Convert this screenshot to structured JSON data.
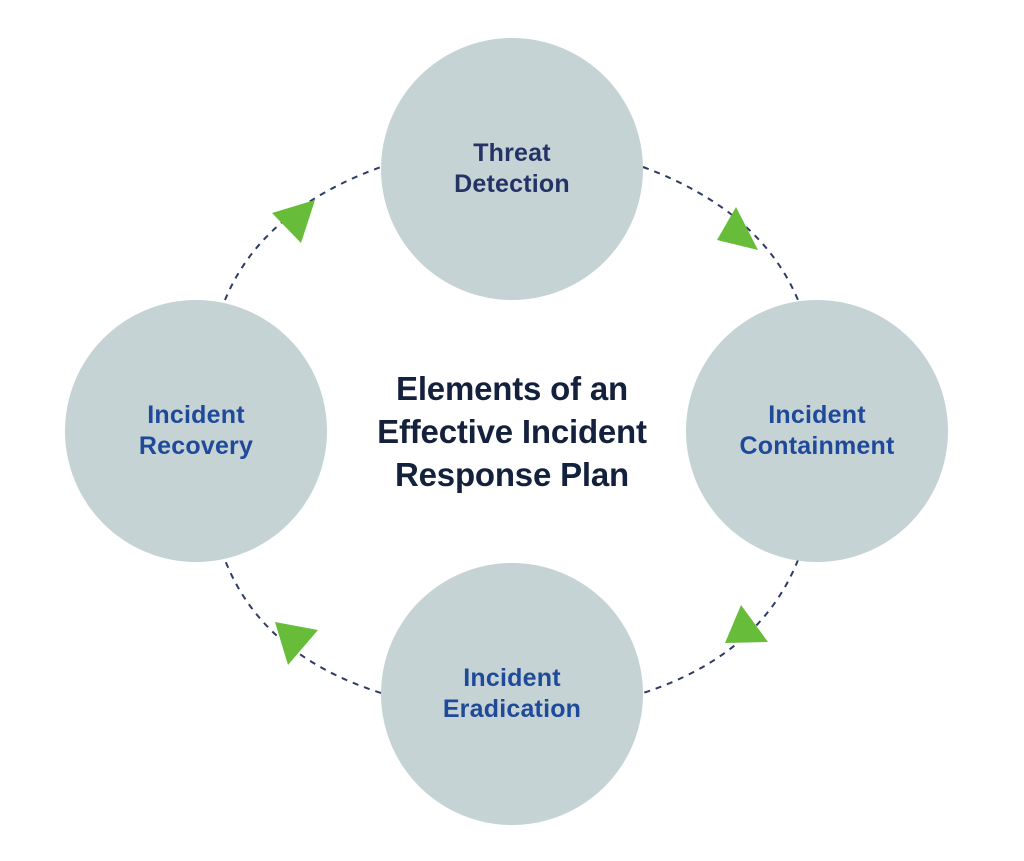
{
  "title": {
    "line1": "Elements of an",
    "line2": "Effective Incident",
    "line3": "Response Plan"
  },
  "nodes": {
    "threat_detection": {
      "line1": "Threat",
      "line2": "Detection"
    },
    "incident_containment": {
      "line1": "Incident",
      "line2": "Containment"
    },
    "incident_eradication": {
      "line1": "Incident",
      "line2": "Eradication"
    },
    "incident_recovery": {
      "line1": "Incident",
      "line2": "Recovery"
    }
  },
  "colors": {
    "node_fill": "#c5d3d5",
    "node_text_threat": "#243266",
    "node_text_other": "#1f4a99",
    "title_text": "#14213d",
    "connector": "#2e3b66",
    "arrow": "#67bd3a",
    "background": "#ffffff"
  }
}
